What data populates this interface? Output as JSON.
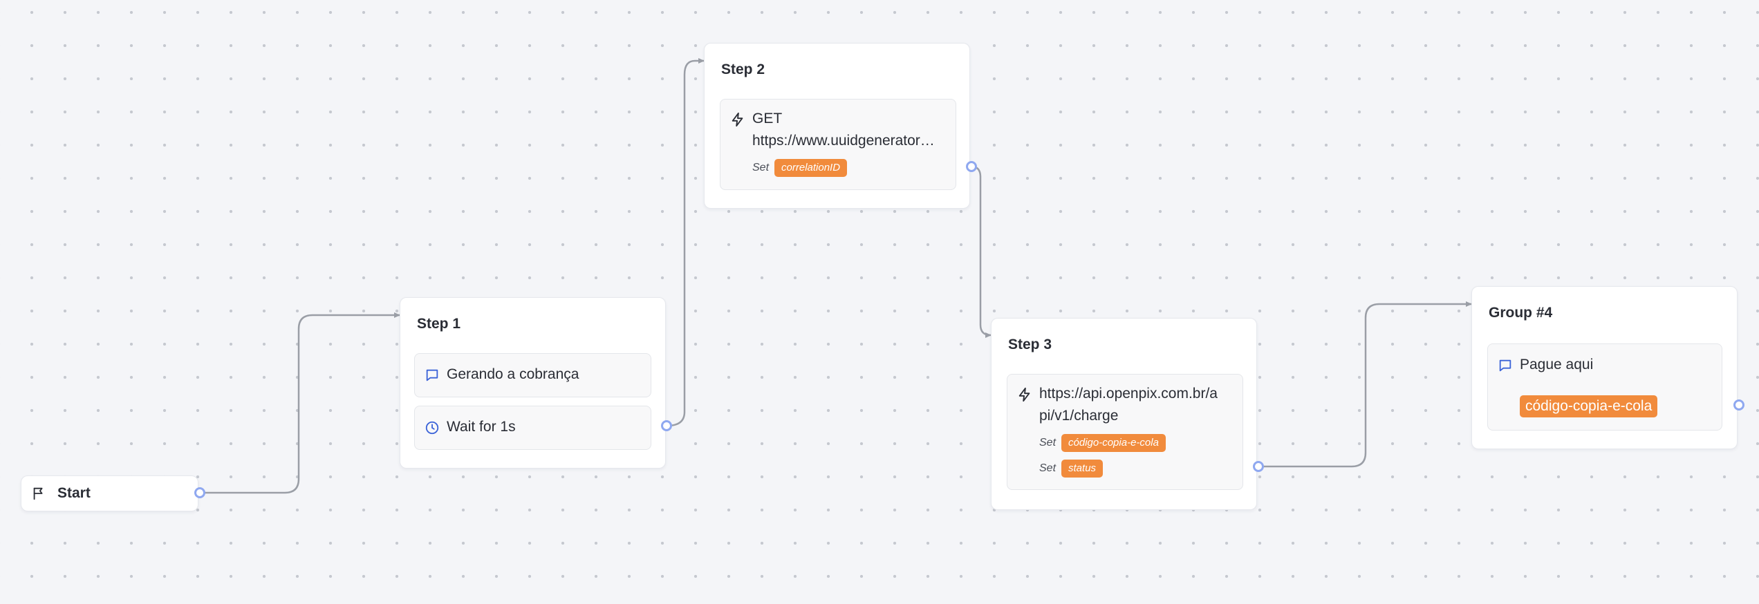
{
  "start": {
    "label": "Start",
    "icon": "flag-icon"
  },
  "step1": {
    "title": "Step 1",
    "blocks": [
      {
        "icon": "chat-bubble-icon",
        "text": "Gerando a cobrança"
      },
      {
        "icon": "clock-icon",
        "text": "Wait for 1s"
      }
    ]
  },
  "step2": {
    "title": "Step 2",
    "webhook": {
      "icon": "lightning-icon",
      "method": "GET",
      "url": "https://www.uuidgenerator…",
      "set_label": "Set",
      "variable": "correlationID"
    }
  },
  "step3": {
    "title": "Step 3",
    "webhook": {
      "icon": "lightning-icon",
      "url_line1": "https://api.openpix.com.br/a",
      "url_line2": "pi/v1/charge",
      "sets": [
        {
          "label": "Set",
          "variable": "código-copia-e-cola"
        },
        {
          "label": "Set",
          "variable": "status"
        }
      ]
    }
  },
  "group4": {
    "title": "Group #4",
    "block": {
      "icon": "chat-bubble-icon",
      "text": "Pague aqui",
      "variable": "código-copia-e-cola"
    }
  },
  "colors": {
    "canvas": "#f4f5f8",
    "edge": "#9a9ea6",
    "port": "#8fa8f0",
    "variable_tag": "#f18b3c",
    "icon_accent": "#3b63d8"
  }
}
